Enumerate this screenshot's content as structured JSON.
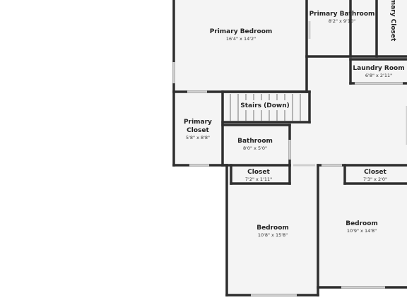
{
  "rooms": {
    "primary_bedroom": {
      "name": "Primary Bedroom",
      "dims": "16'4\" x 14'2\""
    },
    "primary_bathroom": {
      "name": "Primary Bathroom",
      "dims": "8'2\" x 9'10\""
    },
    "primary_closet_side": {
      "name": "mary Closet"
    },
    "laundry_room": {
      "name": "Laundry Room",
      "dims": "6'8\" x 2'11\""
    },
    "stairs": {
      "name": "Stairs (Down)"
    },
    "primary_closet": {
      "name_line1": "Primary",
      "name_line2": "Closet",
      "dims": "5'8\" x 8'8\""
    },
    "bathroom": {
      "name": "Bathroom",
      "dims": "8'0\" x 5'0\""
    },
    "closet_left": {
      "name": "Closet",
      "dims": "7'2\" x 1'11\""
    },
    "closet_right": {
      "name": "Closet",
      "dims": "7'3\" x 2'0\""
    },
    "bedroom_left": {
      "name": "Bedroom",
      "dims": "10'8\" x 15'8\""
    },
    "bedroom_right": {
      "name": "Bedroom",
      "dims": "10'9\" x 14'8\""
    }
  }
}
